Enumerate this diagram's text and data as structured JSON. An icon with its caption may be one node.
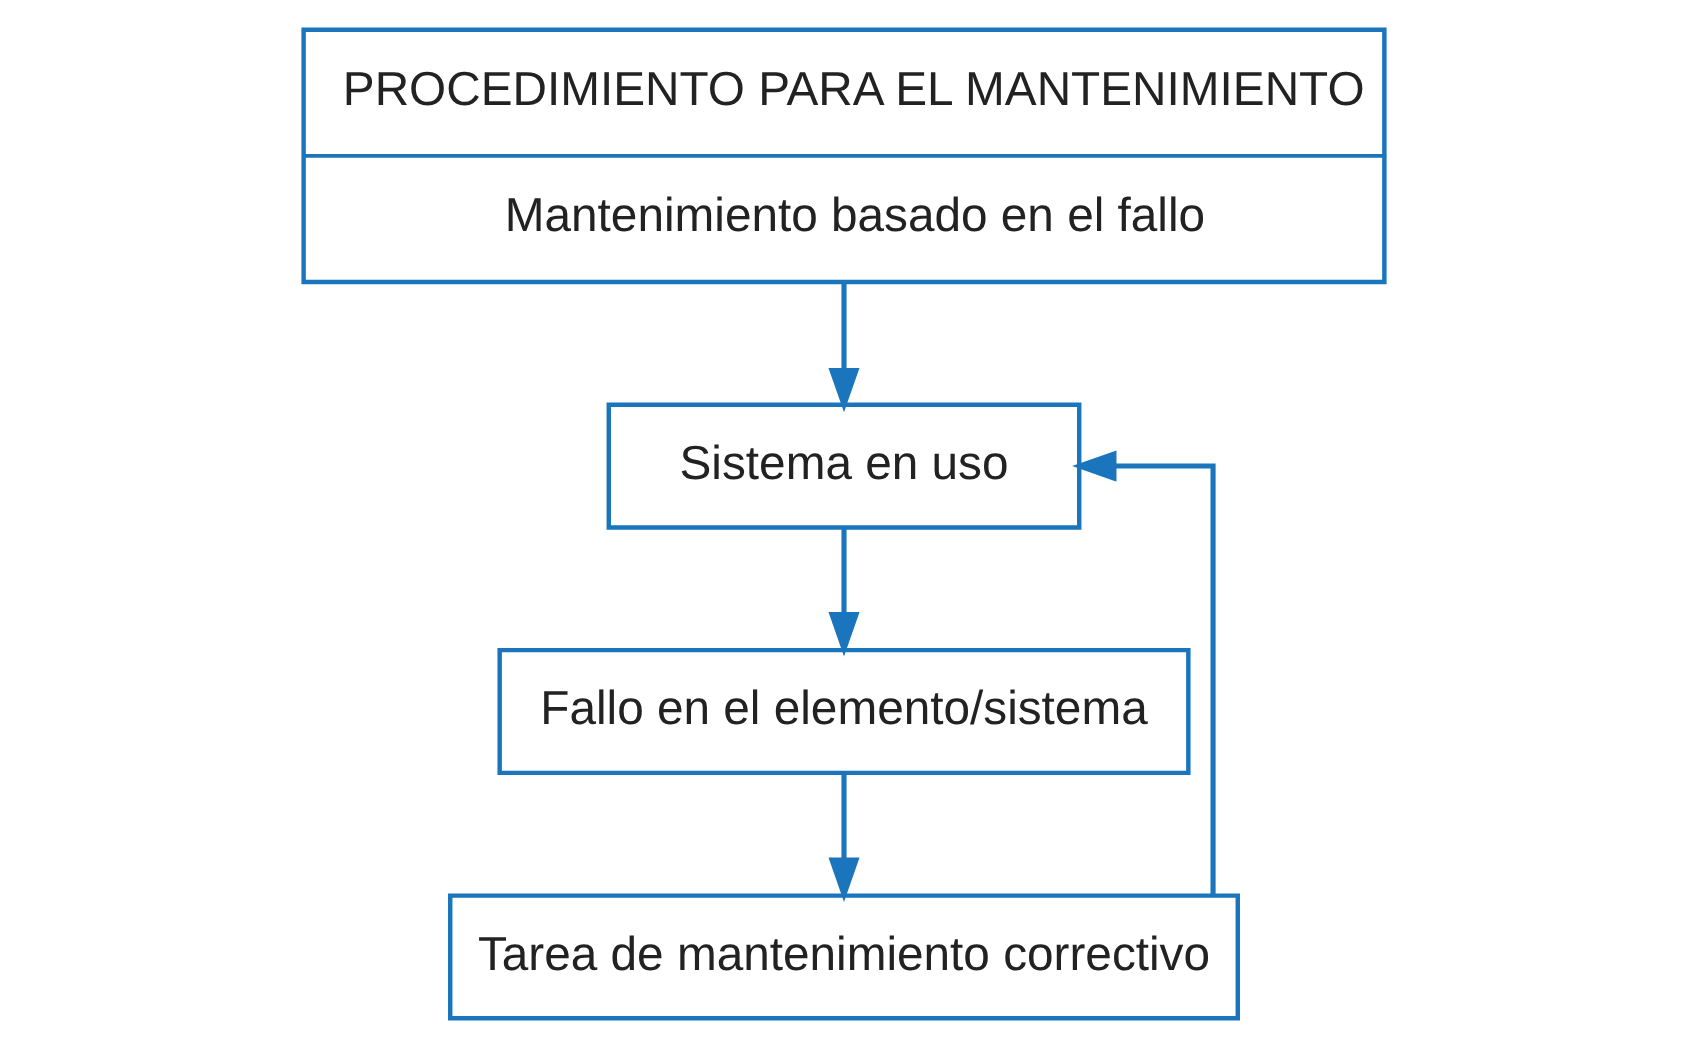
{
  "diagram": {
    "nodes": [
      {
        "text": [
          "PROCEDIMIENTO PARA EL MANTENIMIENTO",
          "Mantenimiento basado en el fallo"
        ]
      },
      {
        "text": [
          "Sistema en uso"
        ]
      },
      {
        "text": [
          "Fallo en el elemento/sistema"
        ]
      },
      {
        "text": [
          "Tarea de mantenimiento correctivo"
        ]
      }
    ],
    "edges": [
      {
        "from": 0,
        "to": 1,
        "arrow": "to"
      },
      {
        "from": 1,
        "to": 2,
        "arrow": "to"
      },
      {
        "from": 2,
        "to": 3,
        "arrow": "to"
      },
      {
        "from": 3,
        "to": 1,
        "arrow": "to"
      }
    ]
  }
}
